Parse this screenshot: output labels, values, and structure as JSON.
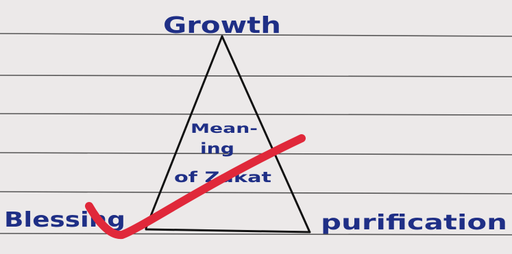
{
  "labels": {
    "top": "Growth",
    "left": "Blessing",
    "right": "purification",
    "center_line1": "Mean-",
    "center_line2": "ing",
    "center_line3": "of Zakat"
  },
  "colors": {
    "paper": "#ece9e9",
    "rule_line": "#3c3c3c",
    "ink": "#1f2f86",
    "pen": "#111111",
    "check_mark": "#e0283a"
  },
  "icons": {
    "mark": "check-mark-icon"
  }
}
